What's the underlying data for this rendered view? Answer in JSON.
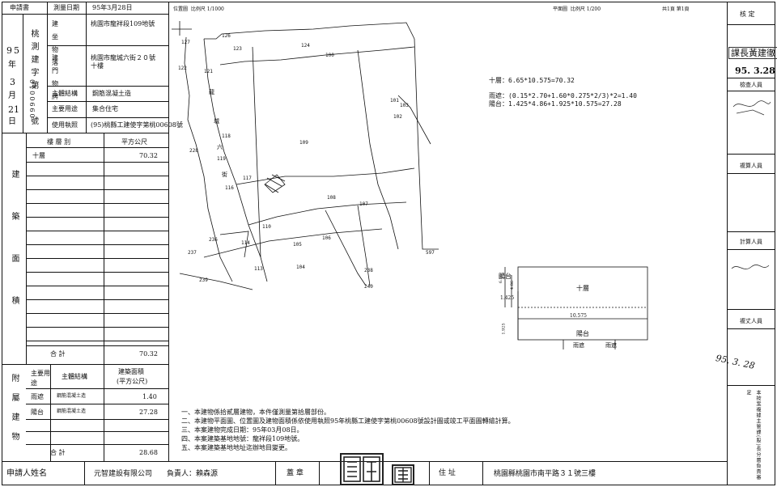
{
  "header": {
    "applicant_label": "申請書",
    "survey_date_label": "測量日期",
    "survey_date": "95年3月28日",
    "location_title": "位置圖",
    "location_scale": "比例尺 1/1000",
    "plan_title": "平面圖",
    "plan_scale": "比例尺 1/200",
    "sheet": "共1頁 第1頁",
    "approval_label": "核 定"
  },
  "left_info": {
    "office": "桃測建字第",
    "doc_no": "0990010",
    "date_year": "95",
    "year_char": "年",
    "month": "3",
    "month_char": "月",
    "day": "21",
    "day_char": "日",
    "no_char": "號",
    "location_label": "建 坐 物 落",
    "location_value": "桃園市龍祥段109地號",
    "door_label": "建 門 物 牌",
    "door_value": "桃園市龍城六街２０號",
    "door_value2": "十樓",
    "structure_label": "主體結構",
    "structure_value": "鋼筋混凝土造",
    "use_label": "主要用途",
    "use_value": "集合住宅",
    "license_label": "使用執照",
    "license_value": "(95)桃縣工建使字第桃00608號"
  },
  "area_table": {
    "side_label": "建築面積",
    "col_floor": "樓 層 別",
    "col_area": "平方公尺",
    "rows": [
      {
        "floor": "十層",
        "area": "70.32"
      }
    ],
    "total_label": "合 計",
    "total": "70.32"
  },
  "attach_table": {
    "side_label": "附屬建物",
    "col_use": "主要用途",
    "col_struct": "主體結構",
    "col_area": "建築面積",
    "col_unit": "(平方公尺)",
    "rows": [
      {
        "use": "雨遮",
        "struct": "鋼筋混凝土造",
        "area": "1.40"
      },
      {
        "use": "陽台",
        "struct": "鋼筋混凝土造",
        "area": "27.28"
      }
    ],
    "total_label": "合 計",
    "total": "28.68"
  },
  "map_labels": {
    "lots": [
      "127",
      "126",
      "123",
      "124",
      "100",
      "122",
      "121",
      "101",
      "102",
      "103",
      "118",
      "119",
      "109",
      "116",
      "117",
      "108",
      "107",
      "114",
      "110",
      "105",
      "106",
      "236",
      "113",
      "104",
      "239",
      "237",
      "228",
      "597",
      "238",
      "240"
    ],
    "road_chars": [
      "龍",
      "城",
      "六",
      "街"
    ]
  },
  "calc": {
    "line1": "十層：6.65*10.575=70.32",
    "line2": "雨遮：(0.15*2.70+1.60*0.275*2/3)*2=1.40",
    "line3": "陽台：1.425*4.86+1.925*10.575=27.28"
  },
  "plan": {
    "balcony_top": "陽台",
    "main_floor": "十層",
    "balcony_bottom": "陽台",
    "dim_width": "10.575",
    "dim_1425": "1.425",
    "dim_486": "4.86",
    "dim_665": "6.65",
    "dim_1925": "1.925",
    "rain1": "雨遮",
    "rain2": "雨遮"
  },
  "notes": [
    "一、本建物係拾貳層建物，本件僅測量第拾層部份。",
    "二、本建物平面圖、位置圖及建物面積係依使用執照95年桃縣工建使字第桃00608號設計圖或竣工平面圖轉繪計算。",
    "三、本案建物完成日期：95年03月08日。",
    "四、本案建築基地地號：龍祥段109地號。",
    "五、本案建築基地地址迄辦地目變更。"
  ],
  "footer": {
    "applicant_name_label": "申請人姓名",
    "company": "元智建設有限公司",
    "responsible_label": "負責人：賴森源",
    "seal_label": "蓋 章",
    "address_label": "住 址",
    "address": "桃園縣桃園市南平路３１號三樓"
  },
  "right_panel": {
    "stamp_top": "課長黃建徹",
    "date1": "95. 3.28",
    "check_label": "檢查人員",
    "review_label": "複算人員",
    "calc_label": "計算人員",
    "draw_label": "複丈人員",
    "date2": "95. 3. 28",
    "vertical_note": "本按案複據主管課(股)長分層負責審定"
  }
}
